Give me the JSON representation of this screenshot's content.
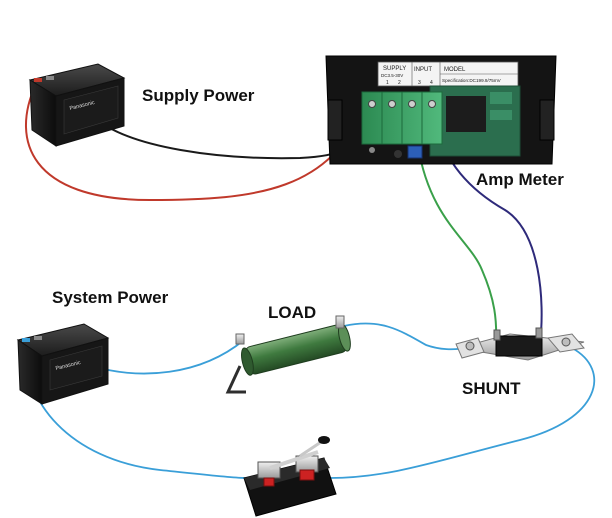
{
  "labels": {
    "supply_power": "Supply Power",
    "amp_meter": "Amp Meter",
    "system_power": "System Power",
    "load": "LOAD",
    "shunt": "SHUNT"
  },
  "meter_header": {
    "supply": "SUPPLY",
    "supply_sub": "DC3.5-30V",
    "input": "INPUT",
    "model": "MODEL",
    "specification": "Specification:DC199.9/75mV",
    "terminal_numbers": [
      "1",
      "2",
      "3",
      "4"
    ]
  },
  "battery_brand": "Panasonic",
  "colors": {
    "wire_black": "#1a1a1a",
    "wire_red": "#c0392b",
    "wire_blue": "#3a9fd8",
    "wire_green": "#3aa04a",
    "wire_purple": "#2e2a7a",
    "resistor_green": "#3f7a3f",
    "terminal_green": "#2f9a5a",
    "pcb_green": "#2b6e4e"
  },
  "icons": [
    "battery-icon",
    "meter-icon",
    "resistor-icon",
    "shunt-icon",
    "switch-icon"
  ]
}
